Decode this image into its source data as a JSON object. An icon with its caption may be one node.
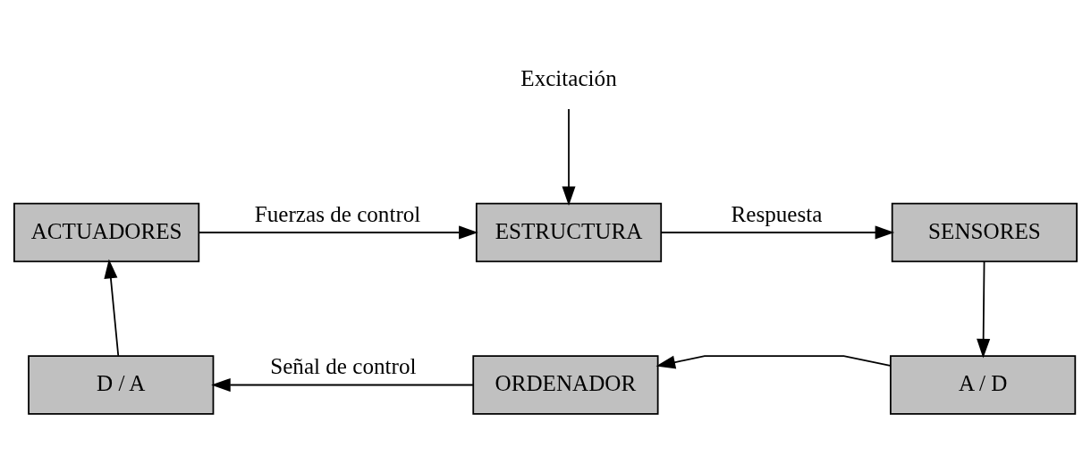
{
  "diagram": {
    "nodes": [
      {
        "text": [
          "Excitación"
        ]
      },
      {
        "text": [
          "ACTUADORES"
        ]
      },
      {
        "text": [
          "ESTRUCTURA"
        ]
      },
      {
        "text": [
          "SENSORES"
        ]
      },
      {
        "text": [
          "D / A"
        ]
      },
      {
        "text": [
          "ORDENADOR"
        ]
      },
      {
        "text": [
          "A / D"
        ]
      }
    ],
    "edges": [
      {
        "from": 0,
        "to": 2,
        "arrow": "to"
      },
      {
        "from": 1,
        "to": 2,
        "arrow": "to",
        "label": "Fuerzas de control"
      },
      {
        "from": 2,
        "to": 3,
        "arrow": "to",
        "label": "Respuesta"
      },
      {
        "from": 3,
        "to": 6,
        "arrow": "to"
      },
      {
        "from": 6,
        "to": 5,
        "arrow": "to"
      },
      {
        "from": 5,
        "to": 4,
        "arrow": "to",
        "label": "Señal de control"
      },
      {
        "from": 4,
        "to": 1,
        "arrow": "to"
      }
    ]
  }
}
